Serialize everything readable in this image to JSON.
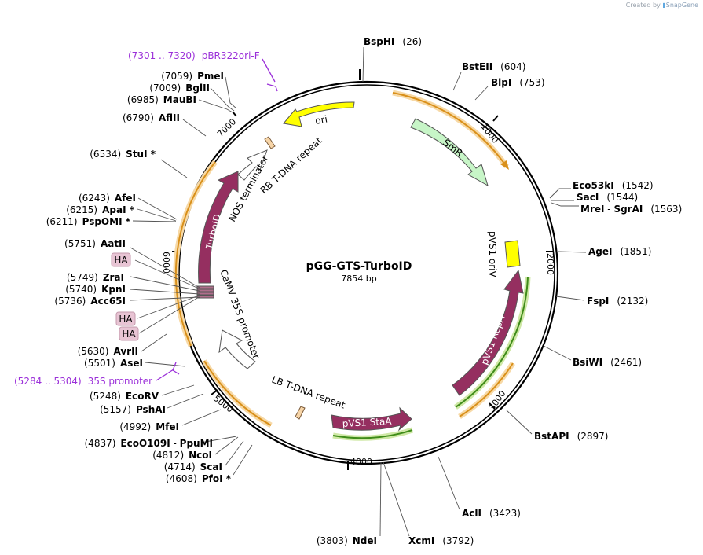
{
  "credit": {
    "prefix": "Created by",
    "brand": "SnapGene"
  },
  "plasmid": {
    "name": "pGG-GTS-TurboID",
    "size": "7854 bp"
  },
  "ticks": [
    "1000",
    "2000",
    "3000",
    "4000",
    "5000",
    "6000",
    "7000"
  ],
  "features": {
    "ori": "ori",
    "smr": "SmR",
    "pvs1_oriv": "pVS1 oriV",
    "pvs1_repa": "pVS1 RepA",
    "pvs1_staa": "pVS1 StaA",
    "lb": "LB T-DNA repeat",
    "camv": "CaMV 35S promoter",
    "turboid": "TurboID",
    "nos": "NOS terminator",
    "rb": "RB T-DNA repeat",
    "ha1": "HA",
    "ha2": "HA",
    "ha3": "HA"
  },
  "primers": {
    "pbr": {
      "range": "(7301 .. 7320)",
      "name": "pBR322ori-F"
    },
    "p35s": {
      "range": "(5284 .. 5304)",
      "name": "35S promoter"
    }
  },
  "sites": {
    "bsphi": {
      "name": "BspHI",
      "pos": "(26)"
    },
    "bsteii": {
      "name": "BstEII",
      "pos": "(604)"
    },
    "blpi": {
      "name": "BlpI",
      "pos": "(753)"
    },
    "eco53ki": {
      "name": "Eco53kI",
      "pos": "(1542)"
    },
    "saci": {
      "name": "SacI",
      "pos": "(1544)"
    },
    "mrei": {
      "name": "MreI",
      "sep": " - ",
      "name2": "SgrAI",
      "pos": "(1563)"
    },
    "agei": {
      "name": "AgeI",
      "pos": "(1851)"
    },
    "fspi": {
      "name": "FspI",
      "pos": "(2132)"
    },
    "bsiwi": {
      "name": "BsiWI",
      "pos": "(2461)"
    },
    "bstapi": {
      "name": "BstAPI",
      "pos": "(2897)"
    },
    "acli": {
      "name": "AclI",
      "pos": "(3423)"
    },
    "xcmi": {
      "name": "XcmI",
      "pos": "(3792)"
    },
    "ndei": {
      "name": "NdeI",
      "pos": "(3803)"
    },
    "pfoi": {
      "name": "PfoI *",
      "pos": "(4608)"
    },
    "scai": {
      "name": "ScaI",
      "pos": "(4714)"
    },
    "ncoi": {
      "name": "NcoI",
      "pos": "(4812)"
    },
    "ecoo109i": {
      "name": "EcoO109I",
      "sep": " - ",
      "name2": "PpuMI",
      "pos": "(4837)"
    },
    "mfei": {
      "name": "MfeI",
      "pos": "(4992)"
    },
    "pshai": {
      "name": "PshAI",
      "pos": "(5157)"
    },
    "ecorv": {
      "name": "EcoRV",
      "pos": "(5248)"
    },
    "asei": {
      "name": "AseI",
      "pos": "(5501)"
    },
    "avrii": {
      "name": "AvrII",
      "pos": "(5630)"
    },
    "acc65i": {
      "name": "Acc65I",
      "pos": "(5736)"
    },
    "kpni": {
      "name": "KpnI",
      "pos": "(5740)"
    },
    "zrai": {
      "name": "ZraI",
      "pos": "(5749)"
    },
    "aatii": {
      "name": "AatII",
      "pos": "(5751)"
    },
    "psppomi": {
      "name": "PspOMI *",
      "pos": "(6211)"
    },
    "apai": {
      "name": "ApaI *",
      "pos": "(6215)"
    },
    "afei": {
      "name": "AfeI",
      "pos": "(6243)"
    },
    "stui": {
      "name": "StuI *",
      "pos": "(6534)"
    },
    "aflii": {
      "name": "AflII",
      "pos": "(6790)"
    },
    "maubi": {
      "name": "MauBI",
      "pos": "(6985)"
    },
    "bglii": {
      "name": "BglII",
      "pos": "(7009)"
    },
    "pmei": {
      "name": "PmeI",
      "pos": "(7059)"
    }
  }
}
